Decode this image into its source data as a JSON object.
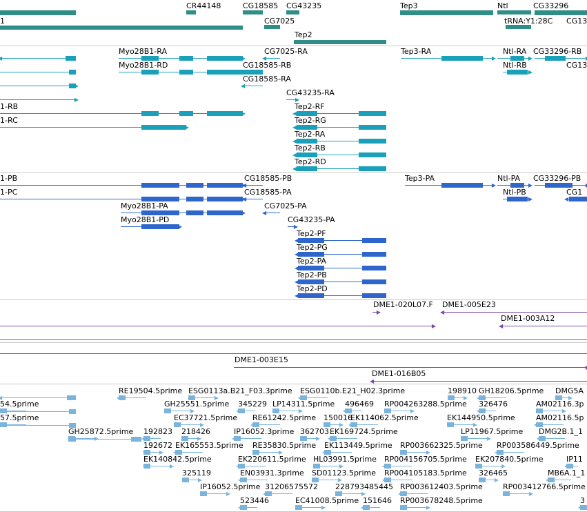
{
  "colors": {
    "gene": "#2f8e88",
    "transcript_a": "#1aa0b8",
    "transcript_b": "#2e66cc",
    "clone": "#7a4aa8",
    "est": "#7ab4dc",
    "divider": "#c8c8c8"
  },
  "gene_labels": [
    "CR44148",
    "CG18585",
    "CG43235",
    "Tep3",
    "Ntl",
    "CG33296",
    "CG7025",
    "tRNA:Y1:28C",
    "Tep2",
    "1",
    "CG13"
  ],
  "track_a_labels": [
    "Myo28B1-RA",
    "CG7025-RA",
    "Tep3-RA",
    "Ntl-RA",
    "CG33296-RB",
    "Myo28B1-RD",
    "CG18585-RB",
    "Ntl-RB",
    "CG13",
    "CG18585-RA",
    "CG43235-RA",
    "1-RB",
    "Tep2-RF",
    "1-RC",
    "Tep2-RG",
    "Tep2-RA",
    "Tep2-RB",
    "Tep2-RD"
  ],
  "track_b_labels": [
    "1-PB",
    "CG18585-PB",
    "Tep3-PA",
    "Ntl-PA",
    "CG33296-PB",
    "1-PC",
    "CG18585-PA",
    "Ntl-PB",
    "CG1",
    "Myo28B1-PA",
    "CG7025-PA",
    "Myo28B1-PD",
    "CG43235-PA",
    "Tep2-PF",
    "Tep2-PG",
    "Tep2-PA",
    "Tep2-PB",
    "Tep2-PD"
  ],
  "clone_labels": [
    "DME1-020L07.F",
    "DME1-005E23",
    "DME1-003A12",
    "DME1-003E15",
    "DME1-016B05"
  ],
  "est_labels": [
    "RE19504.5prime",
    "ESG0113a.B21_F03.3prime",
    "ESG0110b.E21_H02.3prime",
    "198910",
    "GH18206.5prime",
    "DMG5A",
    "54.5prime",
    "GH25551.5prime",
    "345229",
    "LP14311.5prime",
    "496469",
    "RP004263288.5prime",
    "326476",
    "AM02116.3p",
    "57.5prime",
    "EC37721.5prime",
    "RE61242.5prime",
    "150016",
    "EK114062.5prime",
    "EK144950.5prime",
    "AM02116.5p",
    "GH25872.5prime",
    "192823",
    "218426",
    "IP16052.3prime",
    "362703",
    "EK169724.5prime",
    "LP11967.5prime",
    "DMG2B.1_1",
    "192672",
    "EK165553.5prime",
    "RE35830.5prime",
    "EK113449.5prime",
    "RP003662325.5prime",
    "RP003586449.5prime",
    "EK140842.5prime",
    "EK220611.5prime",
    "HL03991.5prime",
    "RP004156705.5prime",
    "EK207840.5prime",
    "IP11",
    "325119",
    "EN03931.3prime",
    "SD01123.5prime",
    "RP004105183.5prime",
    "326465",
    "MB6A.1_1",
    "IP16052.5prime",
    "31206575572",
    "228793485445",
    "RP003612403.5prime",
    "RP003412766.5prime",
    "523446",
    "EC41008.5prime",
    "151646",
    "RP003678248.5prime",
    "3"
  ]
}
